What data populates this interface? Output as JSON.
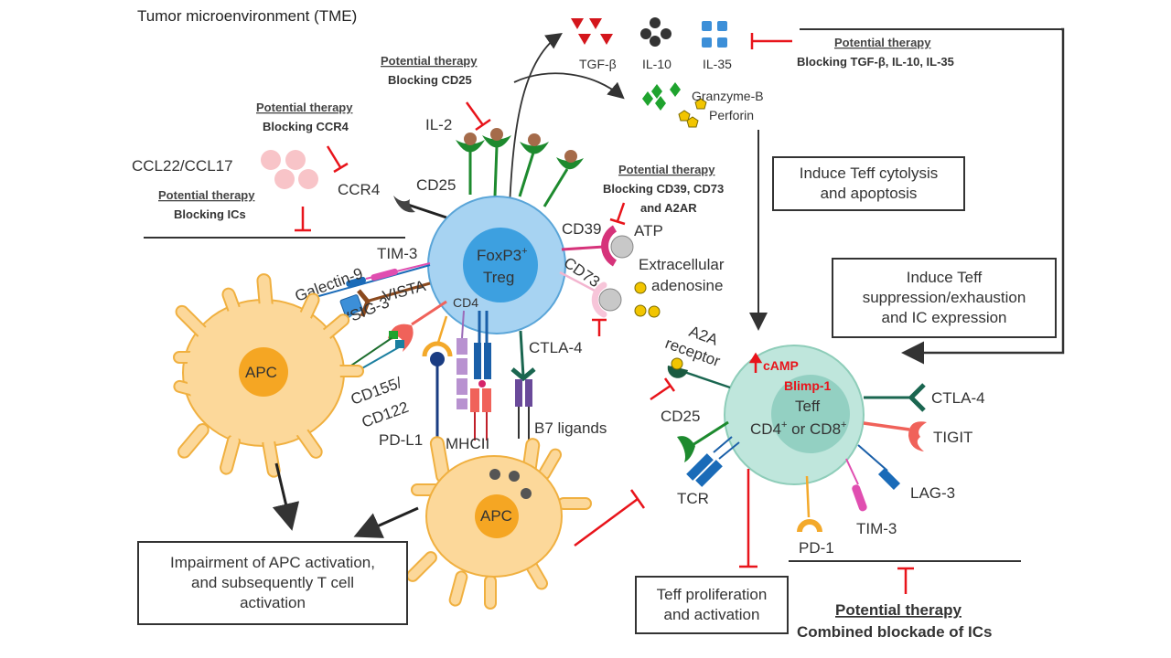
{
  "title": "Tumor microenvironment (TME)",
  "colors": {
    "treg_outer": "#a7d3f2",
    "treg_inner": "#3da0e0",
    "teff_outer": "#bfe6dc",
    "teff_inner": "#93d0c2",
    "apc_body": "#fcd89a",
    "apc_nucleus": "#f5a623",
    "inhibit_red": "#e8141b",
    "il2_receptor": "#1d8a2e",
    "il2_ligand": "#a56b4a"
  },
  "treg": {
    "line1": "FoxP3",
    "sup": "+",
    "line2": "Treg",
    "cd4": "CD4"
  },
  "teff": {
    "blimp": "Blimp-1",
    "camp": "cAMP",
    "line1": "Teff",
    "line2a": "CD4",
    "line2b": " or CD8",
    "sup": "+"
  },
  "apc": {
    "left": "APC",
    "bottom": "APC"
  },
  "cytokines": {
    "tgfb": "TGF-β",
    "il10": "IL-10",
    "il35": "IL-35",
    "granzyme": "Granzyme-B",
    "perforin": "Perforin"
  },
  "labels": {
    "il2": "IL-2",
    "cd25_treg": "CD25",
    "ccr4": "CCR4",
    "ccl": "CCL22/CCL17",
    "tim3_treg": "TIM-3",
    "galectin9": "Galectin-9",
    "vsig3": "VSIG-3",
    "vista": "VISTA",
    "cd155": "CD155/",
    "cd122": "CD122",
    "pdl1": "PD-L1",
    "mhcii": "MHCII",
    "b7": "B7 ligands",
    "ctla4_treg": "CTLA-4",
    "cd39": "CD39",
    "cd73": "CD73",
    "atp": "ATP",
    "extracellular": "Extracellular",
    "adenosine": "adenosine",
    "a2a": "A2A",
    "receptor": "receptor",
    "cd25_teff": "CD25",
    "tcr": "TCR",
    "ctla4_teff": "CTLA-4",
    "tigit": "TIGIT",
    "lag3": "LAG-3",
    "tim3_teff": "TIM-3",
    "pd1": "PD-1"
  },
  "therapies": {
    "cd25": {
      "heading": "Potential therapy",
      "text": "Blocking CD25"
    },
    "ccr4": {
      "heading": "Potential therapy",
      "text": "Blocking CCR4"
    },
    "ics": {
      "heading": "Potential therapy",
      "text": "Blocking ICs"
    },
    "cytokines": {
      "heading": "Potential therapy",
      "text": "Blocking TGF-β, IL-10, IL-35"
    },
    "cd39": {
      "heading": "Potential therapy",
      "text1": "Blocking CD39, CD73",
      "text2": "and A2AR"
    },
    "combined": {
      "heading": "Potential therapy",
      "text": "Combined blockade of ICs"
    }
  },
  "boxes": {
    "cytolysis": [
      "Induce Teff cytolysis",
      "and apoptosis"
    ],
    "suppression": [
      "Induce Teff",
      "suppression/exhaustion",
      "and IC expression"
    ],
    "impairment": [
      "Impairment of APC activation,",
      "and subsequently T cell",
      "activation"
    ],
    "proliferation": [
      "Teff proliferation",
      "and activation"
    ]
  }
}
